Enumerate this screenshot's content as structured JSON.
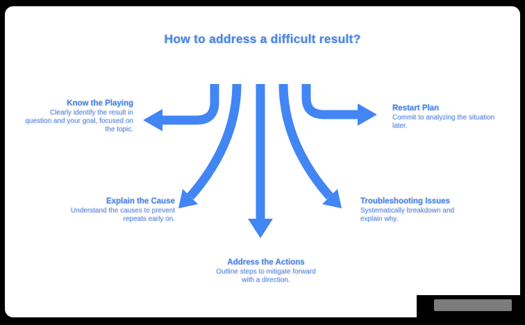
{
  "title": "How to address a difficult result?",
  "nodes": [
    {
      "heading": "Know the Playing",
      "body": "Clearly identify the result in question and your goal, focused on the topic."
    },
    {
      "heading": "Restart Plan",
      "body": "Commit to analyzing the situation later."
    },
    {
      "heading": "Explain the Cause",
      "body": "Understand the causes to prevent repeats early on."
    },
    {
      "heading": "Address the Actions",
      "body": "Outline steps to mitigate forward with a direction."
    },
    {
      "heading": "Troubleshooting Issues",
      "body": "Systematically breakdown and explain why."
    }
  ],
  "icons": {
    "arrow_left": "arrow-left-icon",
    "arrow_down_left": "arrow-down-left-icon",
    "arrow_down": "arrow-down-icon",
    "arrow_down_right": "arrow-down-right-icon",
    "arrow_right": "arrow-right-icon"
  },
  "colors": {
    "arrow_blue": "#4285F4",
    "heading_blue": "#4285F4",
    "body_blue": "#5B8DF5",
    "card_background": "#FFFFFF",
    "page_background": "#000000",
    "watermark_badge": "#000000",
    "watermark_bar": "#7C7C7C"
  }
}
